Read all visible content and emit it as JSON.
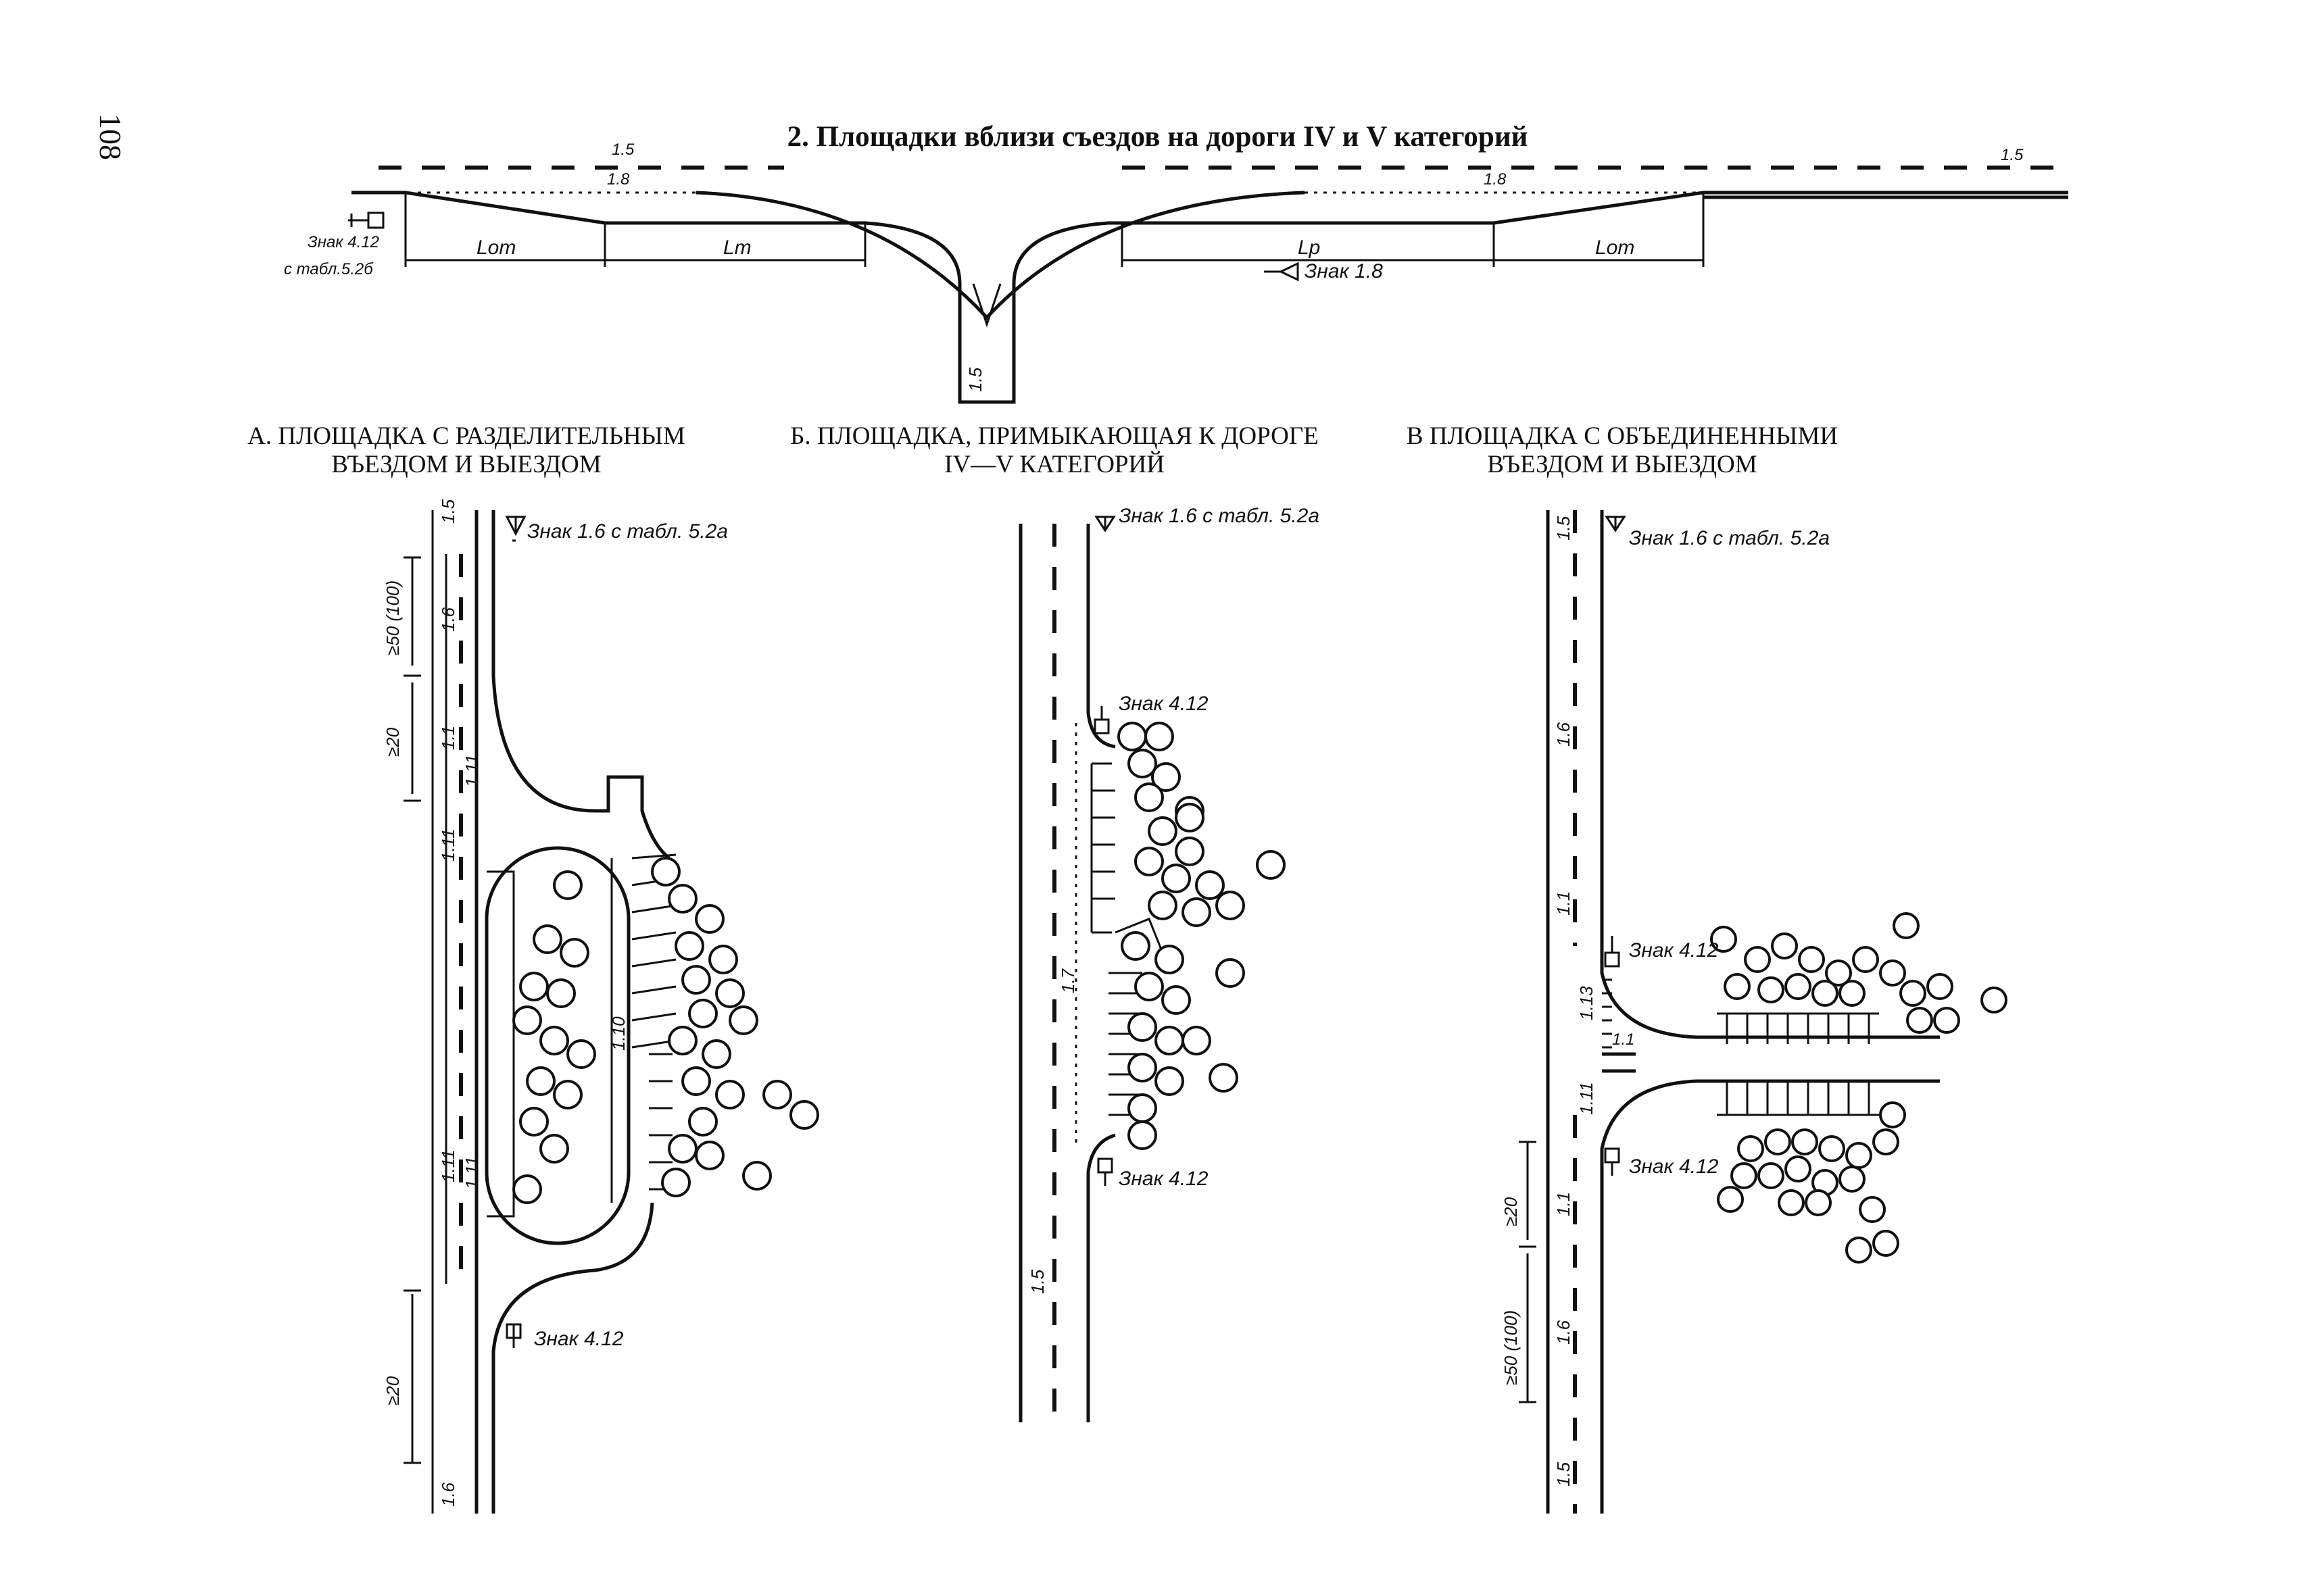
{
  "page_number": "108",
  "title": "2. Площадки вблизи съездов на дороги IV и V категорий",
  "top_scheme": {
    "lane_marks": [
      "1.5",
      "1.8",
      "1.8",
      "1.5",
      "1.5"
    ],
    "left_sign": "Знак 4.12",
    "left_sign_plate": "с табл.5.2б",
    "dims": [
      "Lот",
      "Lт",
      "Lр",
      "Lот"
    ],
    "right_sign": "Знак 1.8"
  },
  "panel_a": {
    "caption_1": "А. ПЛОЩАДКА С РАЗДЕЛИТЕЛЬНЫМ",
    "caption_2": "ВЪЕЗДОМ И ВЫЕЗДОМ",
    "sign_top": "Знак 1.6 с табл. 5.2а",
    "sign_bottom": "Знак 4.12",
    "marks": [
      "1.5",
      "1.6",
      "1.1",
      "1.11",
      "1.11",
      "1.11",
      "1.11",
      "1.10",
      "1.6"
    ],
    "dims": [
      "≥50 (100)",
      "≥20",
      "≥20"
    ]
  },
  "panel_b": {
    "caption_1": "Б. ПЛОЩАДКА, ПРИМЫКАЮЩАЯ К ДОРОГЕ",
    "caption_2": "IV—V КАТЕГОРИЙ",
    "sign_top": "Знак 1.6 с табл. 5.2а",
    "sign_mid": "Знак 4.12",
    "sign_bottom": "Знак 4.12",
    "marks": [
      "1.7",
      "1.5"
    ]
  },
  "panel_c": {
    "caption_1": "В ПЛОЩАДКА С ОБЪЕДИНЕННЫМИ",
    "caption_2": "ВЪЕЗДОМ И ВЫЕЗДОМ",
    "sign_top": "Знак 1.6 с табл. 5.2а",
    "sign_mid": "Знак 4.12",
    "sign_bottom": "Знак 4.12",
    "marks": [
      "1.5",
      "1.6",
      "1.1",
      "1.13",
      "1.1",
      "1.11",
      "1.1",
      "1.6",
      "1.5"
    ],
    "dims": [
      "≥20",
      "≥50 (100)"
    ]
  }
}
